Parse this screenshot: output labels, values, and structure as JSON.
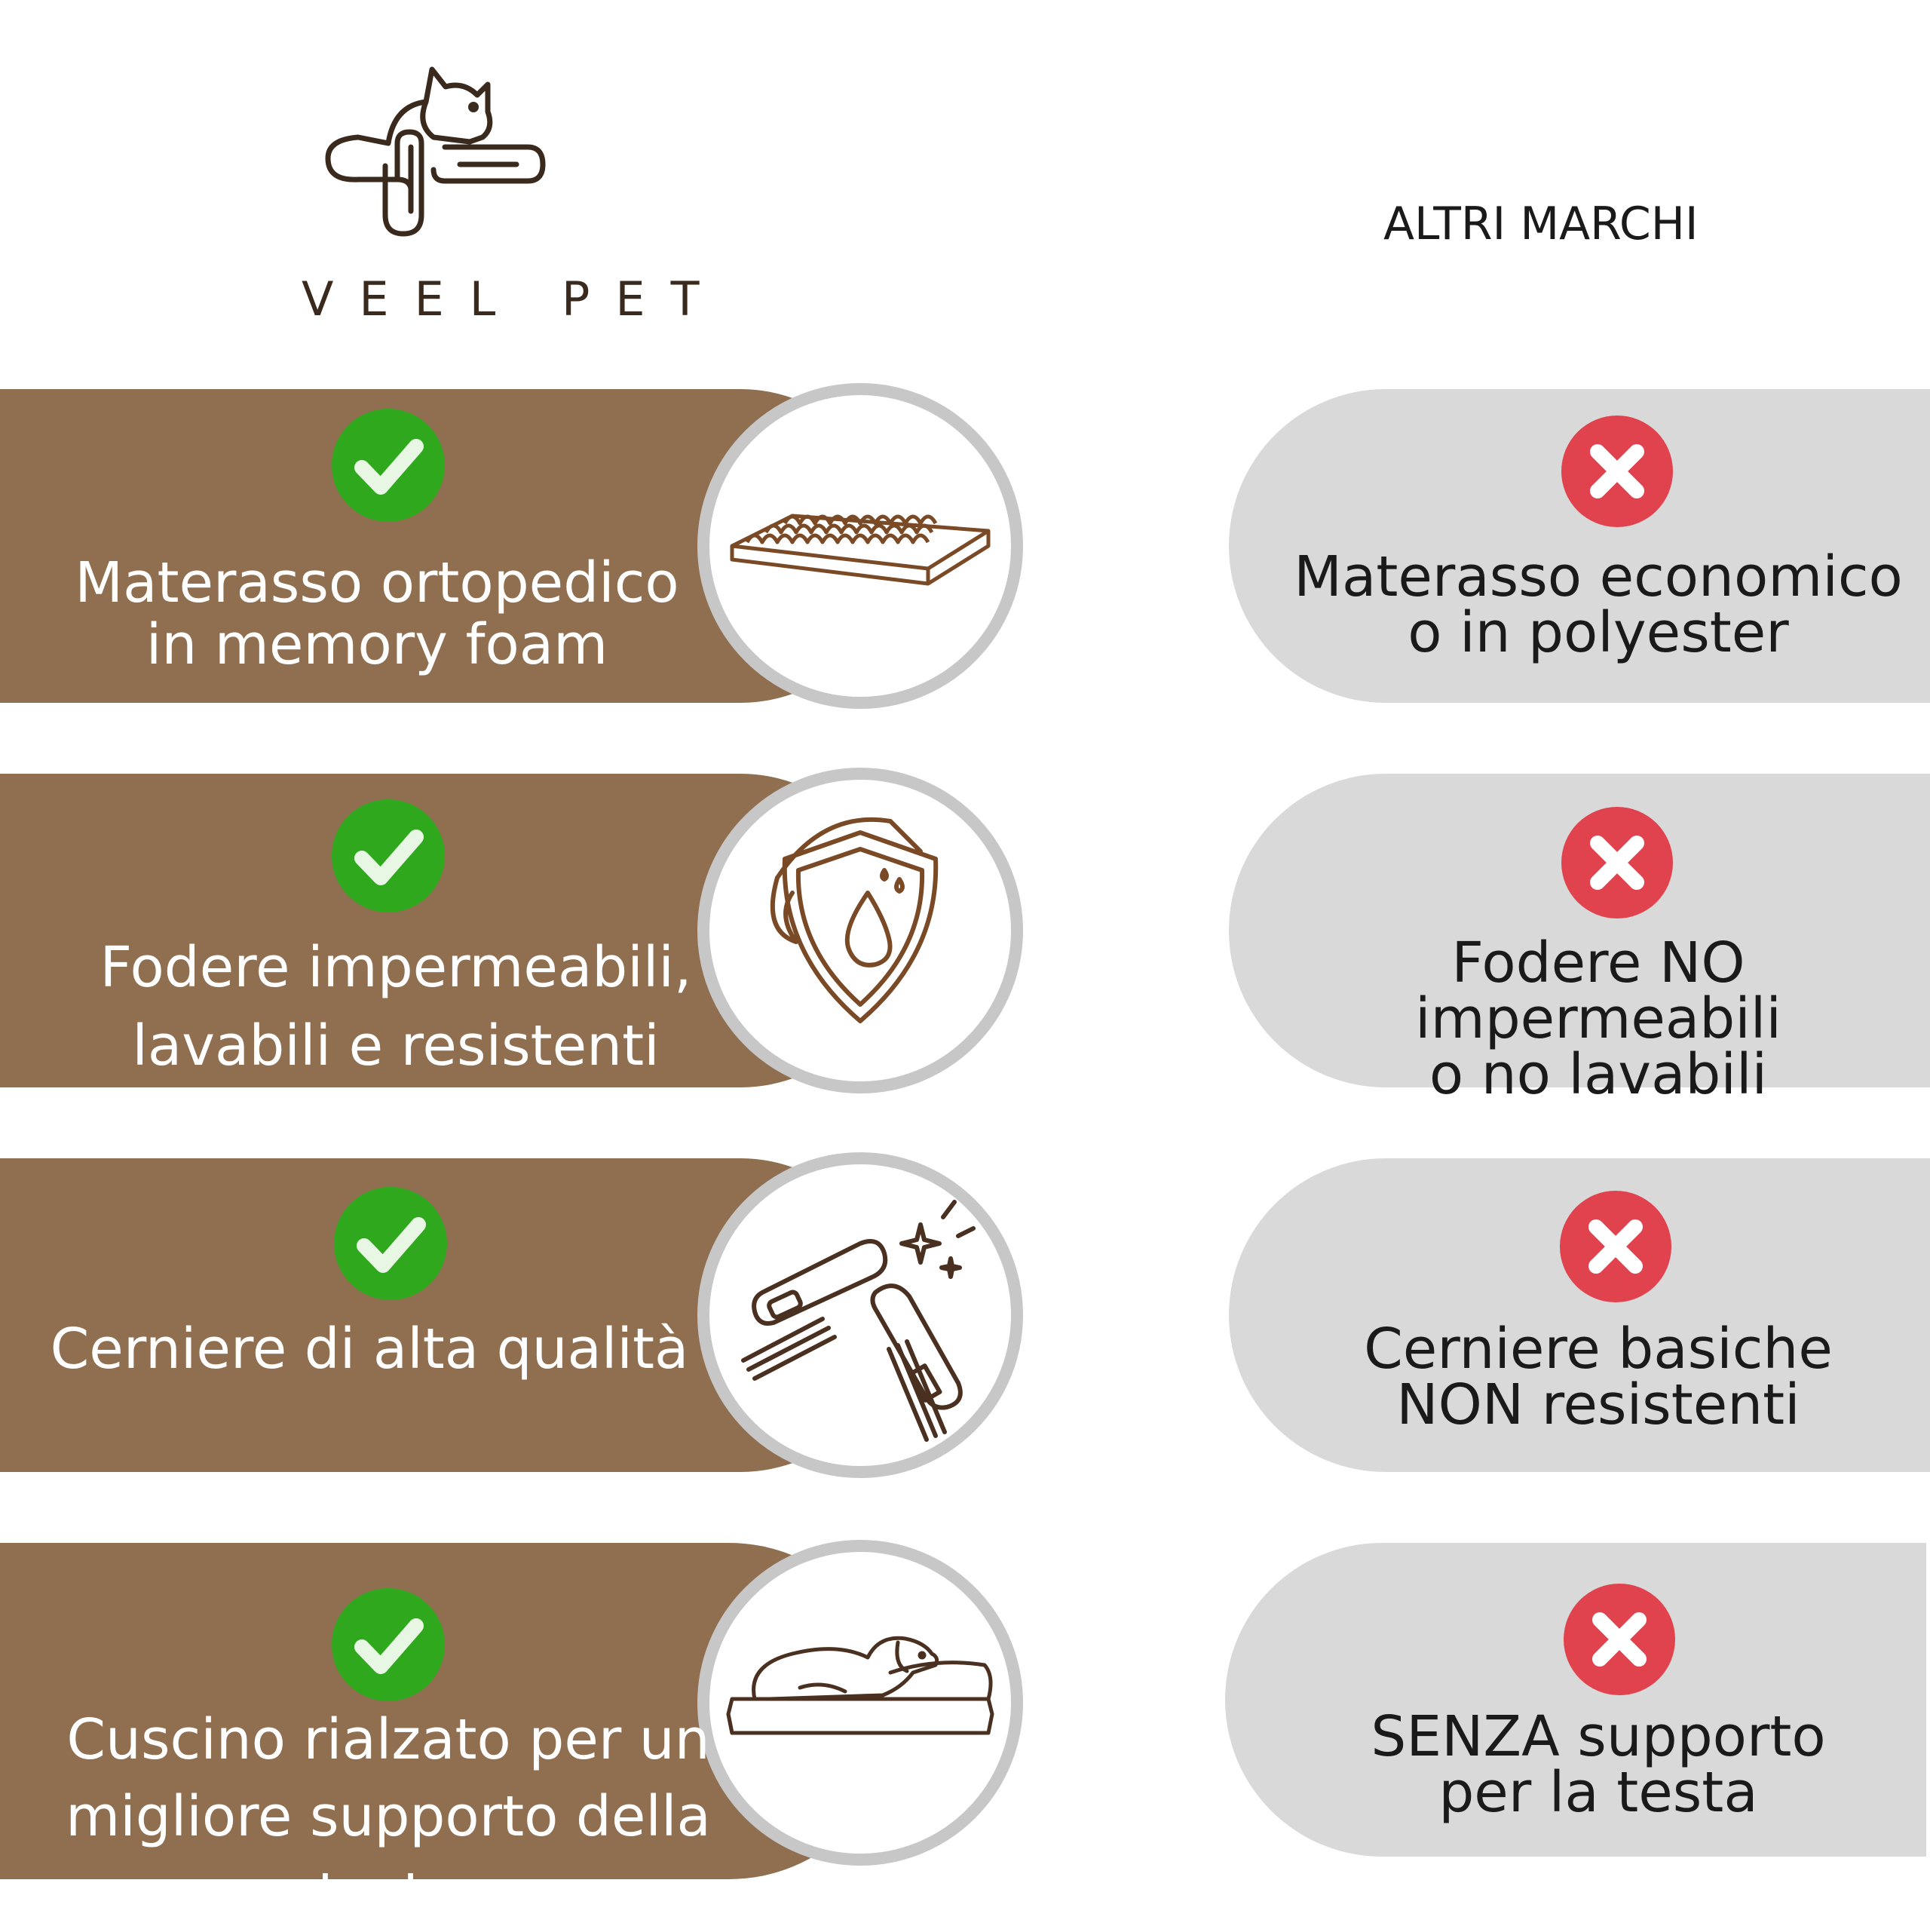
{
  "brand": {
    "name": "VEEL PET"
  },
  "competitor_header": "ALTRI MARCHI",
  "colors": {
    "brand_brown": "#8f6f50",
    "check_green": "#2fa81e",
    "cross_red": "#e0434d",
    "grey_panel": "#d9d9d9"
  },
  "rows": [
    {
      "veel_line1": "Materasso ortopedico",
      "veel_line2": "in memory foam",
      "icon": "memory-foam-mattress-icon",
      "other_line1": "Materasso economico",
      "other_line2": "o in polyester"
    },
    {
      "veel_line1": "Fodere impermeabili,",
      "veel_line2": "lavabili e resistenti",
      "icon": "waterproof-shield-icon",
      "other_line1": "Fodere NO impermeabili",
      "other_line2": "o no lavabili"
    },
    {
      "veel_line1": "Cerniere di alta qualità",
      "veel_line2": "",
      "icon": "zipper-icon",
      "other_line1": "Cerniere basiche",
      "other_line2": "NON resistenti"
    },
    {
      "veel_line1": "Cuscino rialzato per un",
      "veel_line2": "migliore supporto della testa",
      "icon": "dog-on-bed-icon",
      "other_line1": "SENZA supporto",
      "other_line2": "per la testa"
    }
  ]
}
